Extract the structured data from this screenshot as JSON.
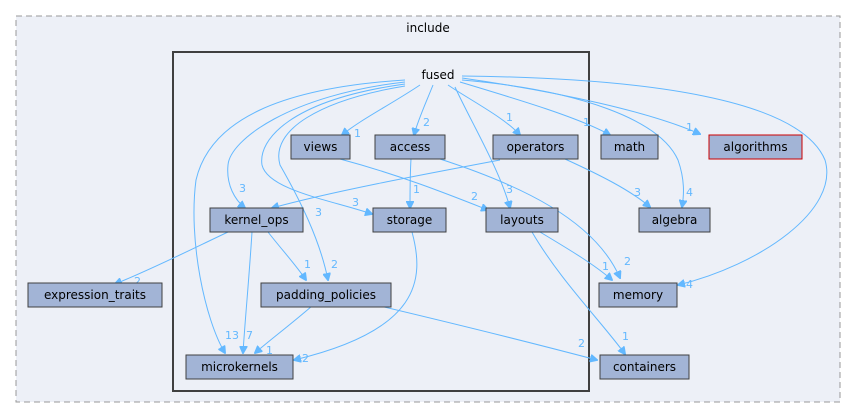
{
  "outer_cluster": {
    "label": "include"
  },
  "inner_cluster": {
    "label": "fused"
  },
  "nodes": {
    "views": {
      "label": "views"
    },
    "access": {
      "label": "access"
    },
    "operators": {
      "label": "operators"
    },
    "math": {
      "label": "math"
    },
    "algorithms": {
      "label": "algorithms"
    },
    "kernel_ops": {
      "label": "kernel_ops"
    },
    "storage": {
      "label": "storage"
    },
    "layouts": {
      "label": "layouts"
    },
    "algebra": {
      "label": "algebra"
    },
    "expression_traits": {
      "label": "expression_traits"
    },
    "padding_policies": {
      "label": "padding_policies"
    },
    "memory": {
      "label": "memory"
    },
    "microkernels": {
      "label": "microkernels"
    },
    "containers": {
      "label": "containers"
    }
  },
  "edges": [
    {
      "from": "fused",
      "to": "views",
      "weight": "1"
    },
    {
      "from": "fused",
      "to": "access",
      "weight": "2"
    },
    {
      "from": "fused",
      "to": "operators",
      "weight": "1"
    },
    {
      "from": "fused",
      "to": "math",
      "weight": "1"
    },
    {
      "from": "fused",
      "to": "algorithms",
      "weight": "1"
    },
    {
      "from": "fused",
      "to": "kernel_ops",
      "weight": "3"
    },
    {
      "from": "fused",
      "to": "storage",
      "weight": "3"
    },
    {
      "from": "fused",
      "to": "layouts",
      "weight": "3"
    },
    {
      "from": "fused",
      "to": "algebra",
      "weight": "4"
    },
    {
      "from": "fused",
      "to": "padding_policies",
      "weight": "2"
    },
    {
      "from": "fused",
      "to": "microkernels",
      "weight": "13"
    },
    {
      "from": "fused",
      "to": "memory",
      "weight": "4"
    },
    {
      "from": "views",
      "to": "layouts",
      "weight": "2"
    },
    {
      "from": "access",
      "to": "storage",
      "weight": "1"
    },
    {
      "from": "access",
      "to": "memory",
      "weight": "2"
    },
    {
      "from": "operators",
      "to": "kernel_ops",
      "weight": "3"
    },
    {
      "from": "operators",
      "to": "algebra",
      "weight": "3"
    },
    {
      "from": "kernel_ops",
      "to": "expression_traits",
      "weight": "2"
    },
    {
      "from": "kernel_ops",
      "to": "padding_policies",
      "weight": "1"
    },
    {
      "from": "kernel_ops",
      "to": "microkernels",
      "weight": "7"
    },
    {
      "from": "storage",
      "to": "microkernels",
      "weight": "2"
    },
    {
      "from": "layouts",
      "to": "memory",
      "weight": "1"
    },
    {
      "from": "layouts",
      "to": "containers",
      "weight": "1"
    },
    {
      "from": "padding_policies",
      "to": "microkernels",
      "weight": "1"
    },
    {
      "from": "padding_policies",
      "to": "containers",
      "weight": "2"
    }
  ],
  "colors": {
    "outer_bg": "#edf0f7",
    "outer_border": "#999999",
    "node_fill": "#a2b4d6",
    "node_border": "#404040",
    "highlight_border": "#cc0000",
    "edge": "#63b8ff"
  }
}
